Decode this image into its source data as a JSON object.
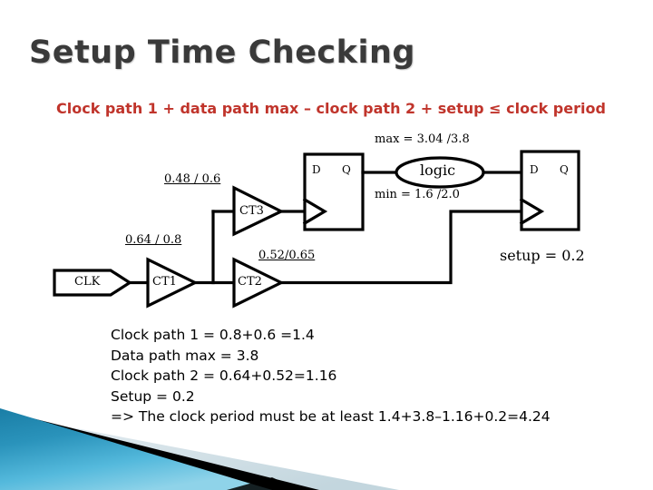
{
  "slide": {
    "title": "Setup Time Checking",
    "formula": "Clock path 1 + data path max – clock path 2 + setup ≤ clock period",
    "accent_red": "#c0342b",
    "title_color": "#3a3a3a",
    "background": "#ffffff"
  },
  "schematic": {
    "clk_pin": "CLK",
    "buffers": [
      {
        "name": "CT1",
        "delay": "0.64 / 0.8"
      },
      {
        "name": "CT2",
        "delay": "0.52/0.65"
      },
      {
        "name": "CT3",
        "delay": "0.48 / 0.6"
      }
    ],
    "flipflops": [
      {
        "d": "D",
        "q": "Q"
      },
      {
        "d": "D",
        "q": "Q"
      }
    ],
    "logic_block": "logic",
    "datapath_max": "max = 3.04 /3.8",
    "datapath_max_prefix": "max = ",
    "datapath_max_value": "3.04 /3.8",
    "datapath_min_prefix": "min = ",
    "datapath_min_value": "1.6 /2.0",
    "setup_label": "setup = 0.2"
  },
  "calculation": {
    "lines": [
      "Clock path 1 =  0.8+0.6 =1.4",
      "Data path max =  3.8",
      "Clock path 2 = 0.64+0.52=1.16",
      "Setup = 0.2",
      "=> The clock period must be at least 1.4+3.8–1.16+0.2=4.24"
    ]
  },
  "decoration": {
    "wedge_top_color": "#1c82ab",
    "wedge_bottom_color": "#6ec6e2",
    "stripe_color": "#000000",
    "pale_color": "#d7e4ea"
  }
}
